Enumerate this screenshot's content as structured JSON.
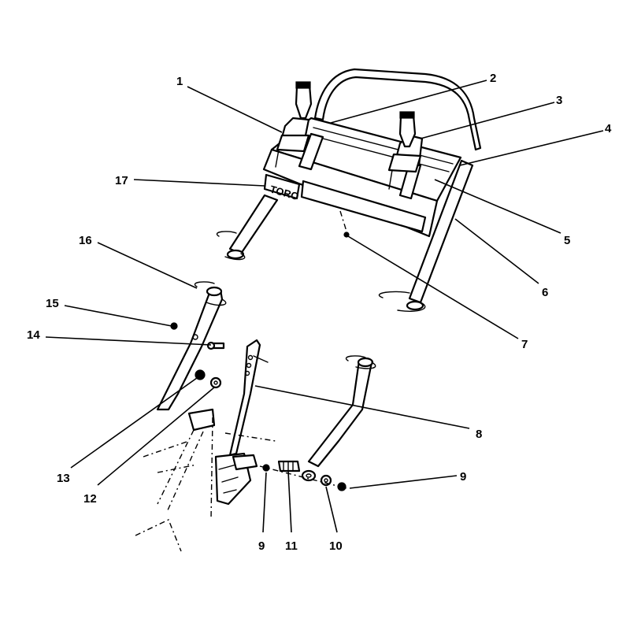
{
  "figure": {
    "logo": "TORO",
    "callouts": [
      {
        "id": "c1",
        "label": "1"
      },
      {
        "id": "c2",
        "label": "2"
      },
      {
        "id": "c3",
        "label": "3"
      },
      {
        "id": "c4",
        "label": "4"
      },
      {
        "id": "c5",
        "label": "5"
      },
      {
        "id": "c6",
        "label": "6"
      },
      {
        "id": "c7",
        "label": "7"
      },
      {
        "id": "c8",
        "label": "8"
      },
      {
        "id": "c9a",
        "label": "9"
      },
      {
        "id": "c9b",
        "label": "9"
      },
      {
        "id": "c10",
        "label": "10"
      },
      {
        "id": "c11",
        "label": "11"
      },
      {
        "id": "c12",
        "label": "12"
      },
      {
        "id": "c13",
        "label": "13"
      },
      {
        "id": "c14",
        "label": "14"
      },
      {
        "id": "c15",
        "label": "15"
      },
      {
        "id": "c16",
        "label": "16"
      },
      {
        "id": "c17",
        "label": "17"
      }
    ]
  }
}
